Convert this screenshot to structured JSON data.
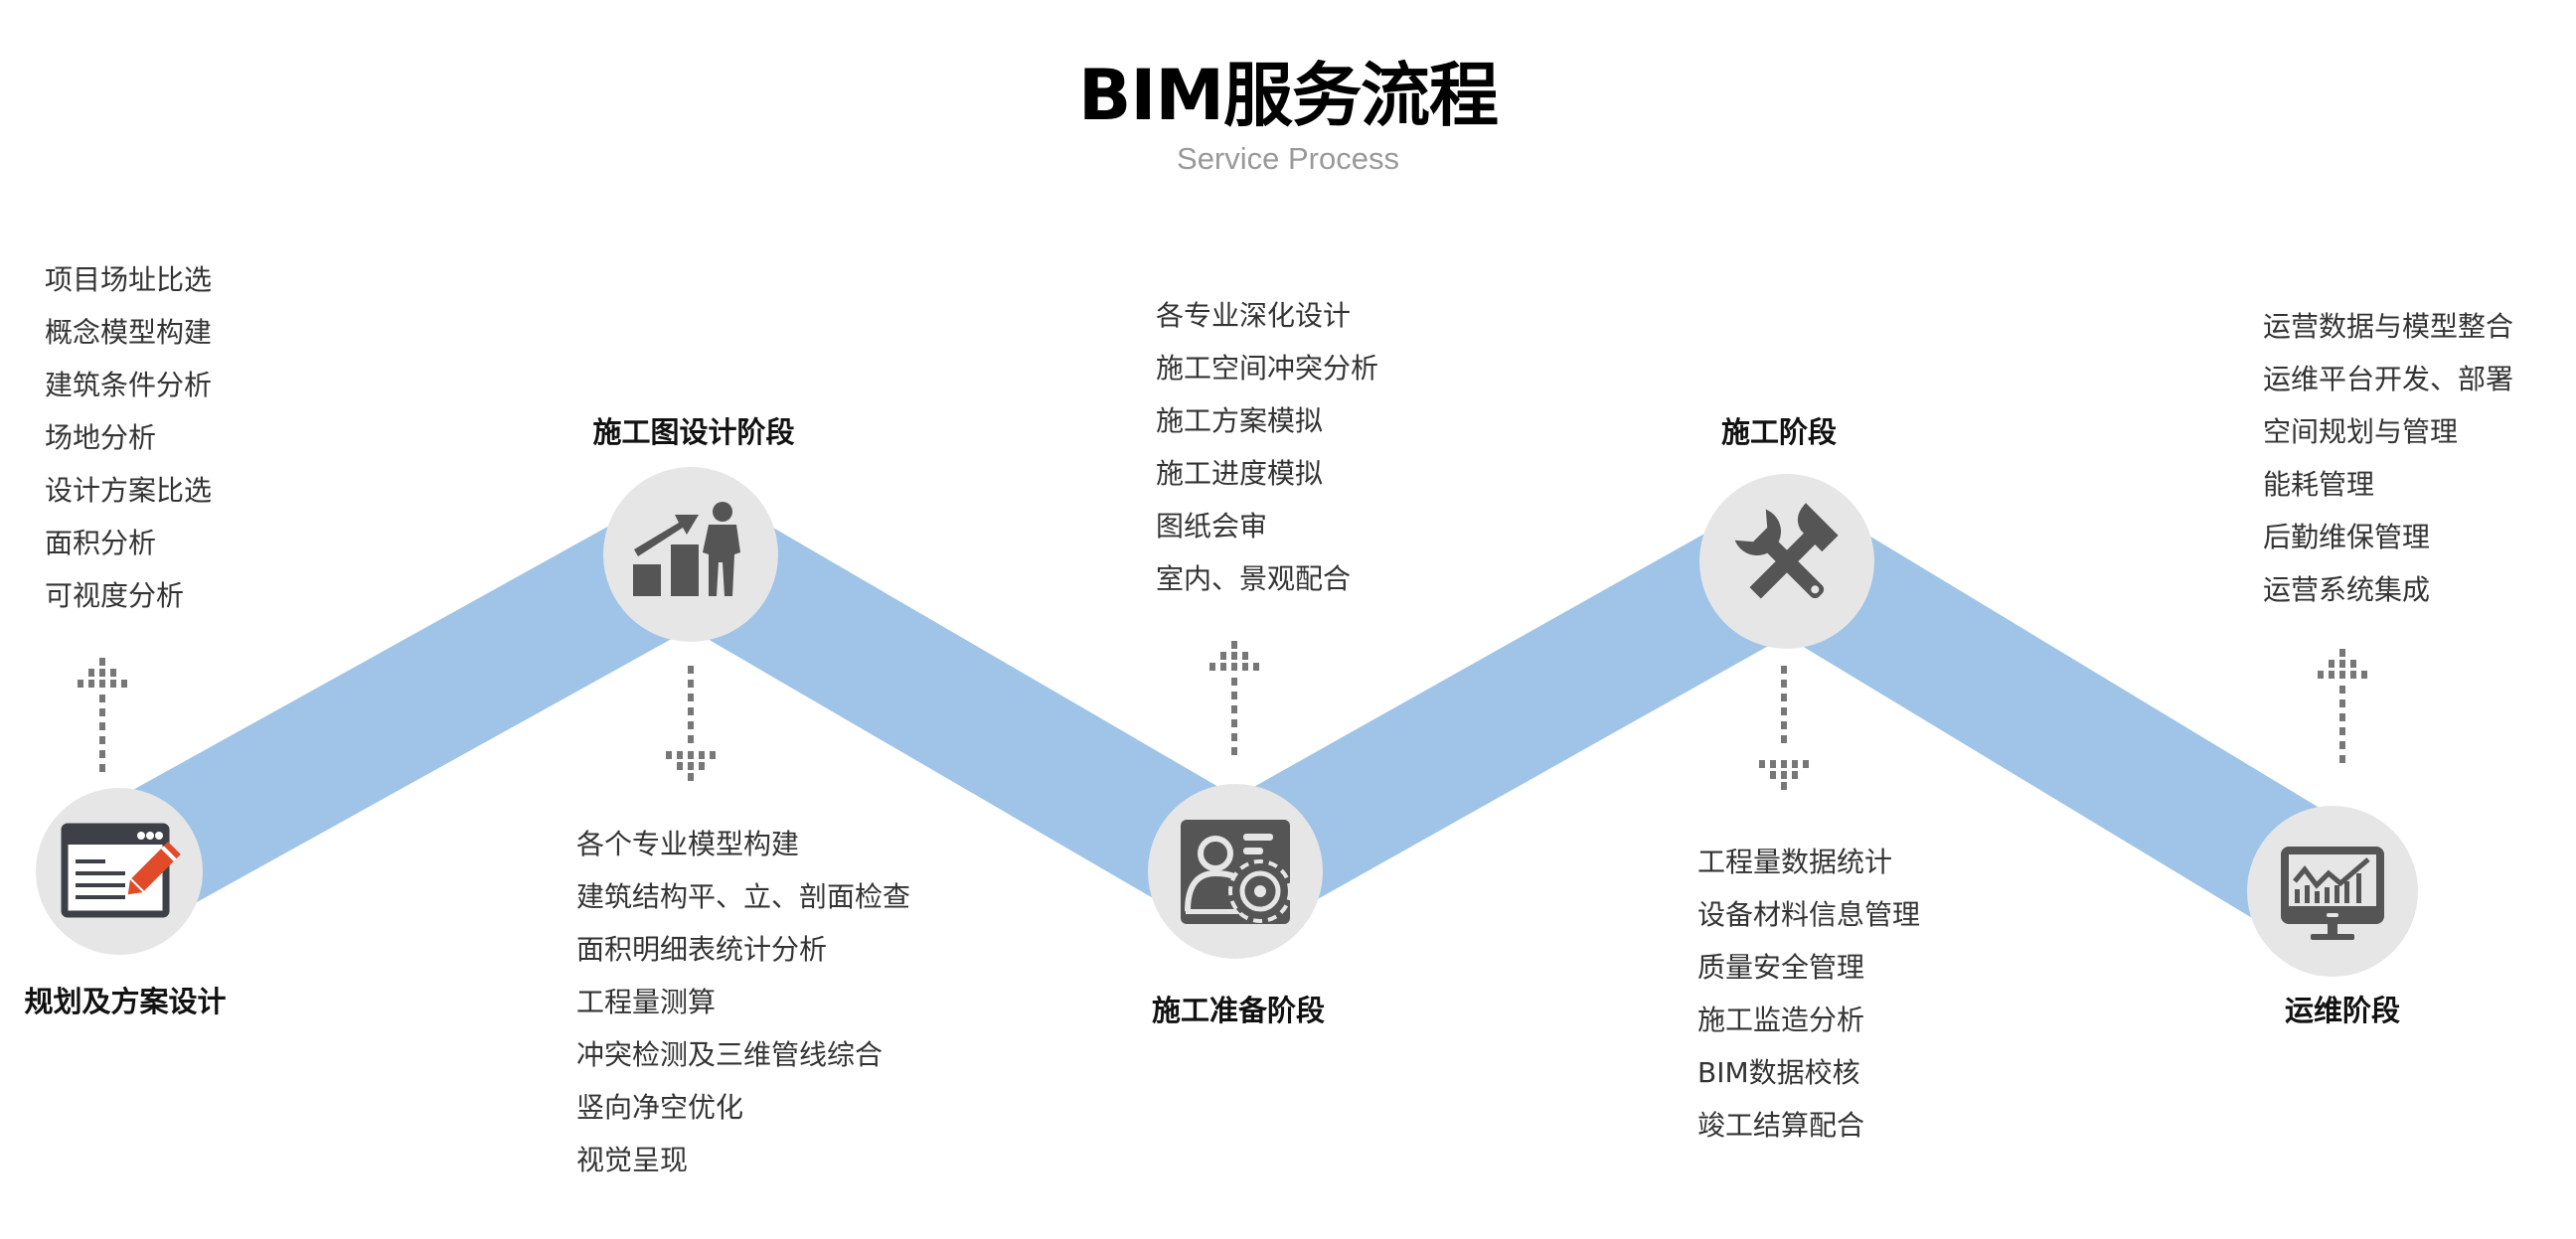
{
  "header": {
    "title": "BIM服务流程",
    "subtitle": "Service Process"
  },
  "colors": {
    "band": "#9fc4e7",
    "circle_fill": "#e6e6e6",
    "icon_gray": "#555555",
    "icon_dark": "#3d4047",
    "pencil_accent": "#e04b2a",
    "arrow_gray": "#777777"
  },
  "stages": [
    {
      "id": "planning",
      "label": "规划及方案设计",
      "icon": "document-edit-icon",
      "arrow": "up",
      "items": [
        "项目场址比选",
        "概念模型构建",
        "建筑条件分析",
        "场地分析",
        "设计方案比选",
        "面积分析",
        "可视度分析"
      ]
    },
    {
      "id": "construction-drawing",
      "label": "施工图设计阶段",
      "icon": "growth-chart-person-icon",
      "arrow": "down",
      "items": [
        "各个专业模型构建",
        "建筑结构平、立、剖面检查",
        "面积明细表统计分析",
        "工程量测算",
        "冲突检测及三维管线综合",
        "竖向净空优化",
        "视觉呈现"
      ]
    },
    {
      "id": "construction-prep",
      "label": "施工准备阶段",
      "icon": "user-settings-icon",
      "arrow": "up",
      "items": [
        "各专业深化设计",
        "施工空间冲突分析",
        "施工方案模拟",
        "施工进度模拟",
        "图纸会审",
        "室内、景观配合"
      ]
    },
    {
      "id": "construction",
      "label": "施工阶段",
      "icon": "hammer-wrench-icon",
      "arrow": "down",
      "items": [
        "工程量数据统计",
        "设备材料信息管理",
        "质量安全管理",
        "施工监造分析",
        "BIM数据校核",
        "竣工结算配合"
      ]
    },
    {
      "id": "operation",
      "label": "运维阶段",
      "icon": "monitor-chart-icon",
      "arrow": "up",
      "items": [
        "运营数据与模型整合",
        "运维平台开发、部署",
        "空间规划与管理",
        "能耗管理",
        "后勤维保管理",
        "运营系统集成"
      ]
    }
  ]
}
